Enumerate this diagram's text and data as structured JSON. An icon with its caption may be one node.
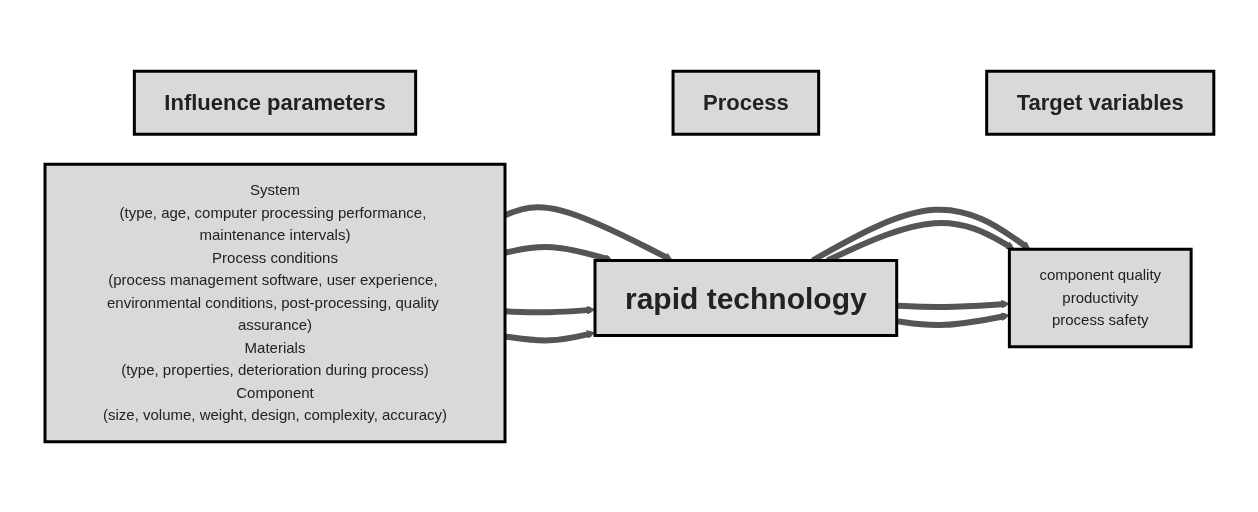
{
  "diagram": {
    "nodes": [
      {
        "text": [
          "Influence parameters"
        ]
      },
      {
        "text": [
          "Process"
        ]
      },
      {
        "text": [
          "Target variables"
        ]
      },
      {
        "text": [
          "System",
          "(type, age, computer processing performance, maintenance intervals)",
          "Process conditions",
          "(process management software, user experience, environmental conditions, post-processing, quality assurance)",
          "Materials",
          "(type, properties, deterioration during process)",
          "Component",
          "(size, volume, weight, design, complexity, accuracy)"
        ]
      },
      {
        "text": [
          "rapid technology"
        ]
      },
      {
        "text": [
          "component quality",
          "productivity",
          "process safety"
        ]
      }
    ],
    "edges": [
      {
        "from": 3,
        "to": 4,
        "arrow": "to"
      },
      {
        "from": 3,
        "to": 4,
        "arrow": "to"
      },
      {
        "from": 3,
        "to": 4,
        "arrow": "to"
      },
      {
        "from": 3,
        "to": 4,
        "arrow": "to"
      },
      {
        "from": 4,
        "to": 5,
        "arrow": "to"
      },
      {
        "from": 4,
        "to": 5,
        "arrow": "to"
      },
      {
        "from": 4,
        "to": 5,
        "arrow": "to"
      },
      {
        "from": 4,
        "to": 5,
        "arrow": "to"
      }
    ]
  }
}
